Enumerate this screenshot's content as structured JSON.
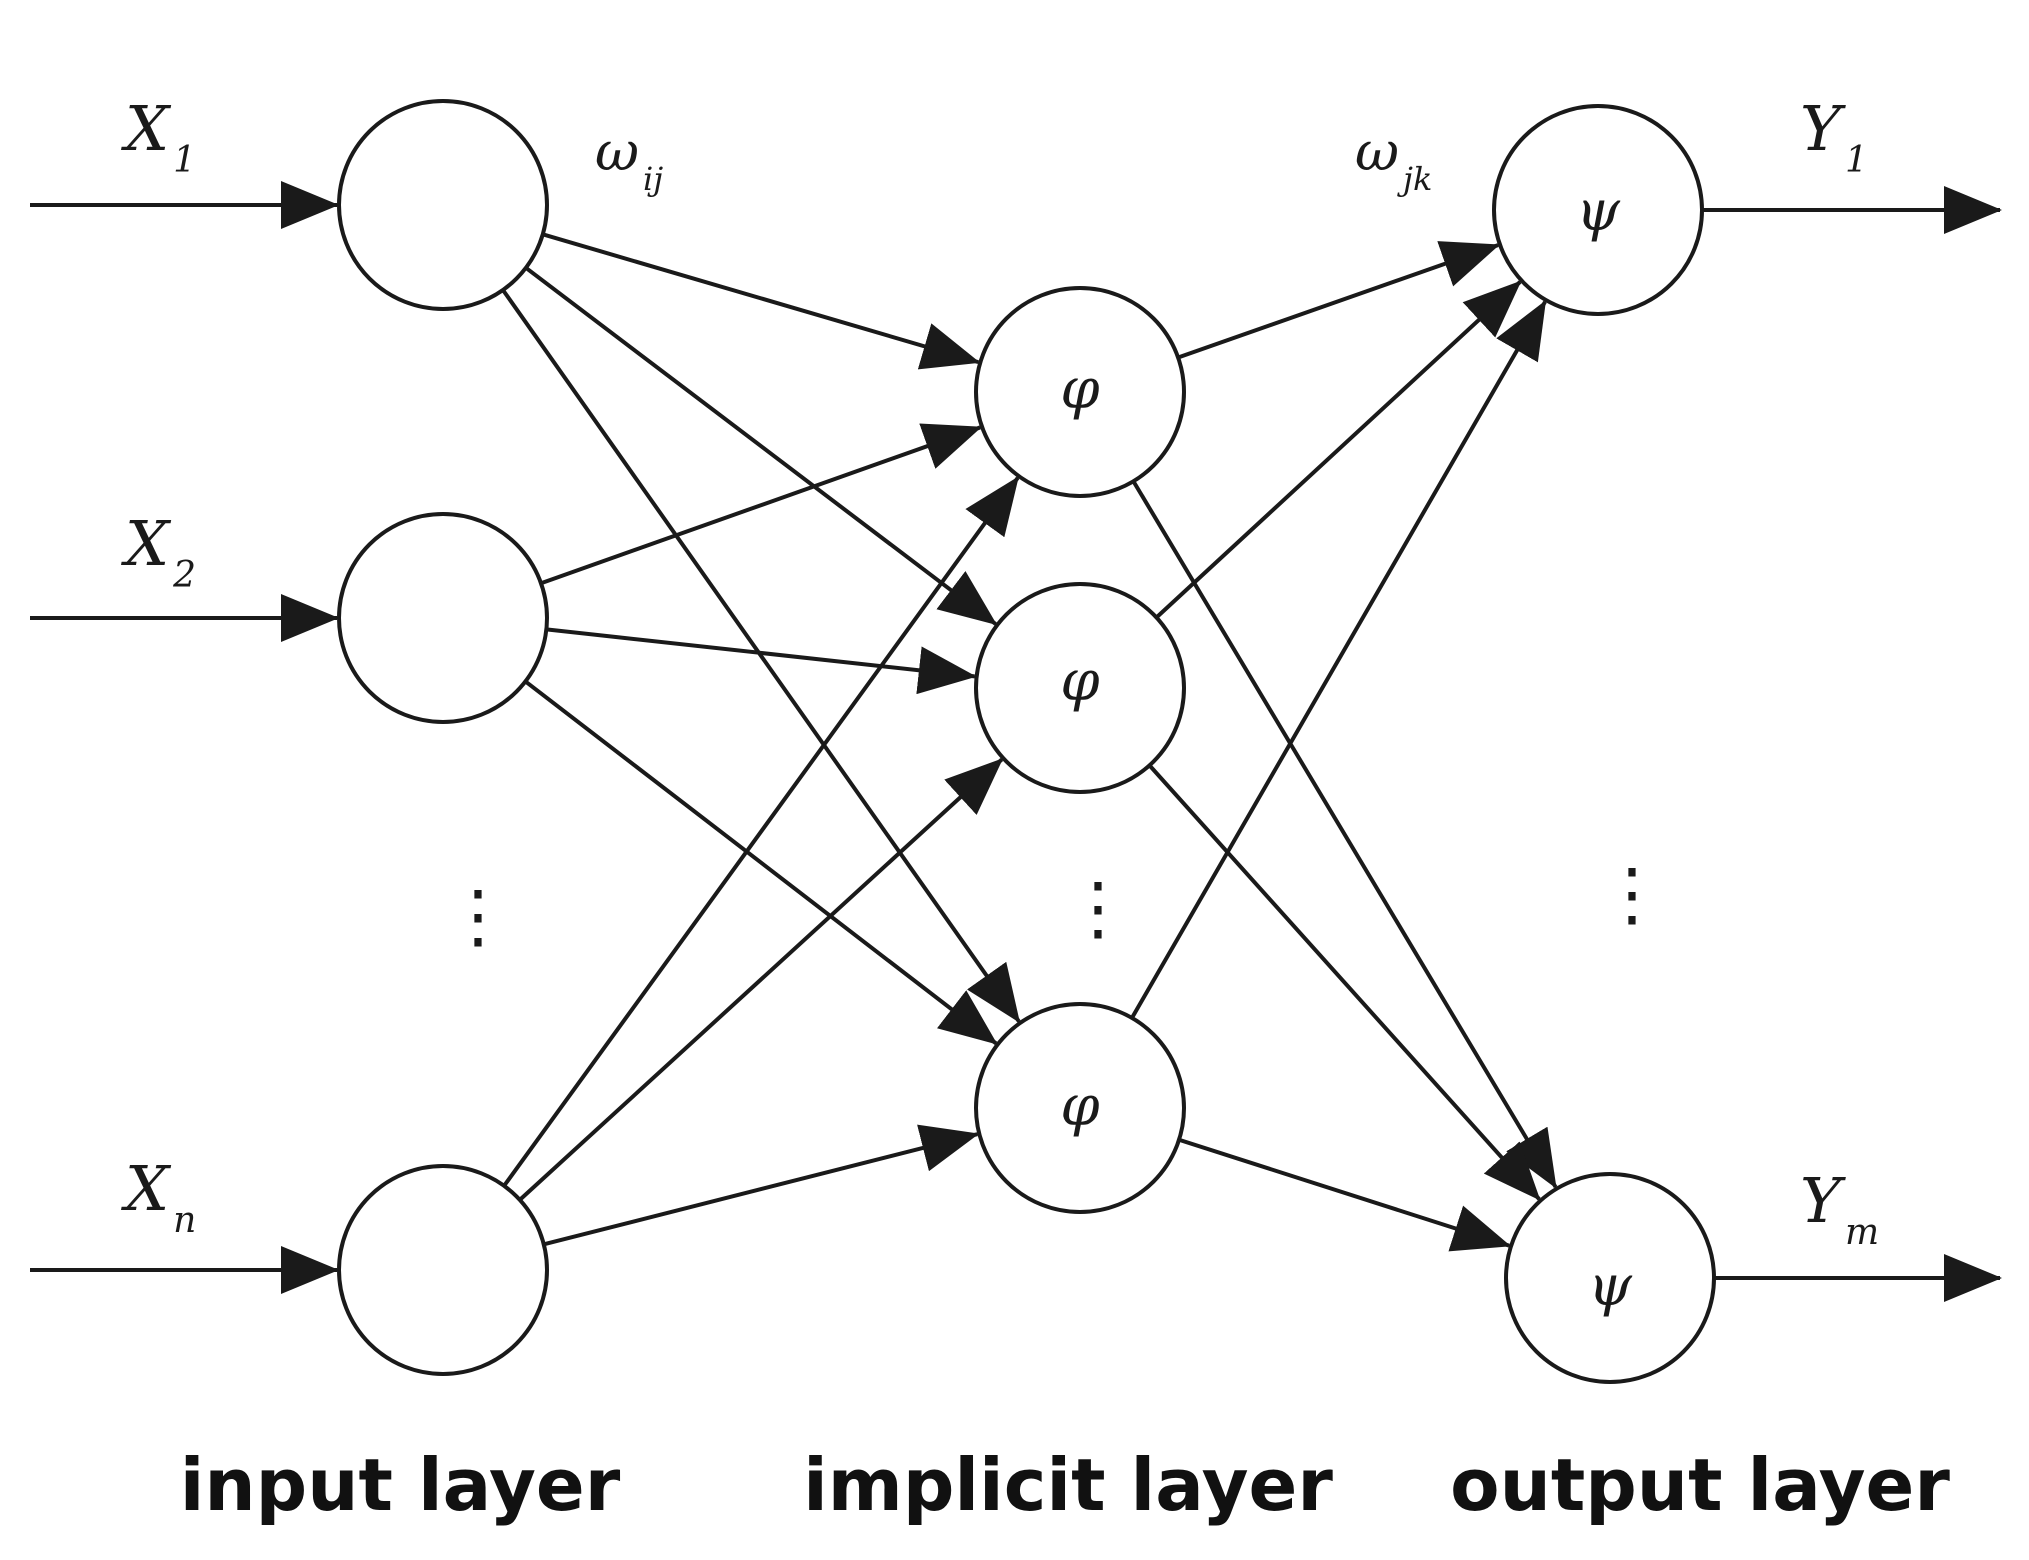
{
  "inputs": [
    {
      "symbol": "X",
      "subscript": "1"
    },
    {
      "symbol": "X",
      "subscript": "2"
    },
    {
      "symbol": "X",
      "subscript": "n"
    }
  ],
  "outputs": [
    {
      "symbol": "Y",
      "subscript": "1"
    },
    {
      "symbol": "Y",
      "subscript": "m"
    }
  ],
  "weights": {
    "input_to_hidden": {
      "symbol": "ω",
      "subscript": "ij"
    },
    "hidden_to_output": {
      "symbol": "ω",
      "subscript": "jk"
    }
  },
  "hidden_function": "φ",
  "output_function": "ψ",
  "ellipsis": "⋮",
  "layer_labels": {
    "input": "input layer",
    "hidden": "implicit layer",
    "output": "output layer"
  },
  "colors": {
    "stroke": "#1a1a1a",
    "background": "#ffffff"
  }
}
